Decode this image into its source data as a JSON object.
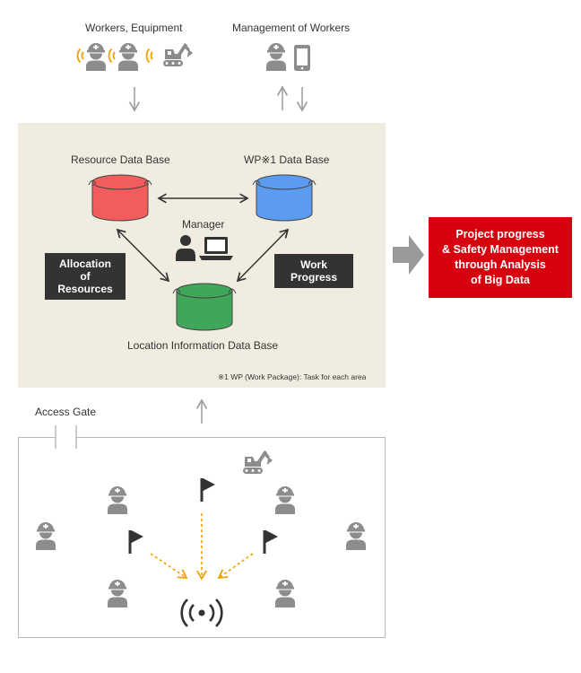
{
  "top": {
    "workers_equipment_label": "Workers, Equipment",
    "management_label": "Management of Workers"
  },
  "panel": {
    "resource_db_label": "Resource Data Base",
    "wp_db_label": "WP※1 Data Base",
    "location_db_label": "Location Information Data Base",
    "manager_label": "Manager",
    "allocation_label_line1": "Allocation",
    "allocation_label_line2": "of Resources",
    "work_progress_label": "Work Progress",
    "footnote": "※1  WP (Work Package): Task for each area"
  },
  "result": {
    "line1": "Project progress",
    "line2": "& Safety Management",
    "line3": "through Analysis",
    "line4": "of Big Data"
  },
  "site": {
    "access_gate_label": "Access Gate"
  },
  "colors": {
    "resource_db": "#f25c5c",
    "wp_db": "#5b9cf0",
    "location_db": "#3fa65a",
    "panel_bg": "#f0ede0",
    "result_bg": "#d7000f",
    "signal_orange": "#f0a000",
    "icon_gray": "#8c8c8c",
    "arrow_gray": "#9a9a9a"
  }
}
